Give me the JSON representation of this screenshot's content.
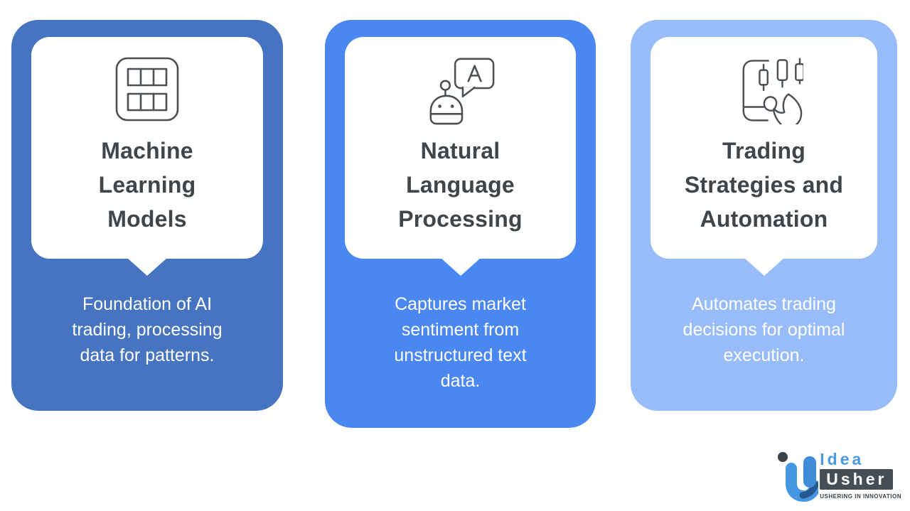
{
  "cards": [
    {
      "icon": "grid-table-icon",
      "title": "Machine\nLearning\nModels",
      "description": "Foundation of AI\ntrading, processing\ndata for patterns.",
      "color": "#4674C0"
    },
    {
      "icon": "robot-chat-icon",
      "title": "Natural\nLanguage\nProcessing",
      "description": "Captures market\nsentiment from\nunstructured text\ndata.",
      "color": "#4B87F0"
    },
    {
      "icon": "candlestick-hand-icon",
      "title": "Trading\nStrategies and\nAutomation",
      "description": "Automates trading\ndecisions for optimal\nexecution.",
      "color": "#98BCF9"
    }
  ],
  "logo": {
    "brand_top": "Idea",
    "brand_bottom": "Usher",
    "tagline": "USHERING IN INNOVATION",
    "accent_blue": "#4A9ADD",
    "slate": "#454D55",
    "tagline_color": "#39424A"
  },
  "palette": {
    "card_dark_blue": "#4674C0",
    "card_mid_blue": "#4B87F0",
    "card_light_blue": "#98BCF9",
    "title_text": "#404549",
    "description_text": "#FFFFFF",
    "icon_stroke": "#4B5055",
    "background": "#FFFFFF"
  }
}
